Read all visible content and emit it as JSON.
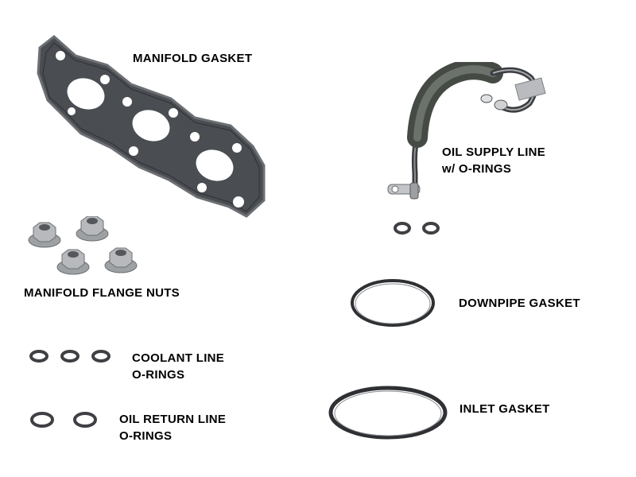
{
  "parts": {
    "manifold_gasket": {
      "label": "MANIFOLD GASKET"
    },
    "oil_supply_line": {
      "label_line1": "OIL SUPPLY LINE",
      "label_line2": "w/ O-RINGS"
    },
    "manifold_flange_nuts": {
      "label": "MANIFOLD FLANGE NUTS"
    },
    "downpipe_gasket": {
      "label": "DOWNPIPE GASKET"
    },
    "coolant_line_orings": {
      "label_line1": "COOLANT LINE",
      "label_line2": "O-RINGS"
    },
    "inlet_gasket": {
      "label": "INLET GASKET"
    },
    "oil_return_line_orings": {
      "label_line1": "OIL RETURN LINE",
      "label_line2": "O-RINGS"
    }
  },
  "colors": {
    "background": "#ffffff",
    "gasket_fill": "#4a4d52",
    "ring_color": "#3e4044",
    "nut_color": "#a9abae",
    "hose_color": "#5a5f5a"
  }
}
